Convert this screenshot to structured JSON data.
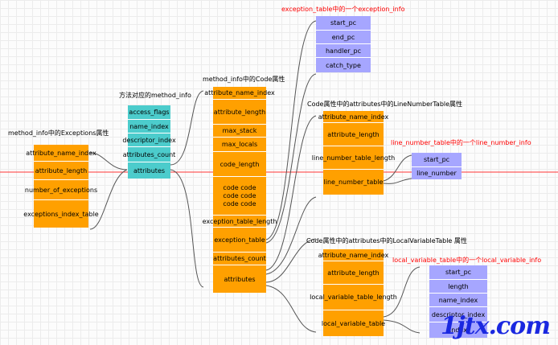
{
  "captions": {
    "exception_info": "exception_table中的一个exception_info",
    "method_info": "方法对应的method_info",
    "code_attr": "method_info中的Code属性",
    "exceptions_attr": "method_info中的Exceptions属性",
    "lnt_attr": "Code属性中的attributes中的LineNumberTable属性",
    "line_number_info": "line_number_table中的一个line_number_info",
    "lvt_attr": "Code属性中的attributes中的LocalVariableTable 属性",
    "local_variable_info": "local_variable_table中的一个local_variable_info"
  },
  "exceptions": [
    "attribute_name_index",
    "attribute_length",
    "number_of_exceptions",
    "exceptions_index_table"
  ],
  "method_info": [
    "access_flags",
    "name_index",
    "descriptor_index",
    "attributes_count",
    "attributes"
  ],
  "code": [
    "attribute_name_index",
    "attribute_length",
    "max_stack",
    "max_locals",
    "code_length",
    "code code\ncode code\ncode code",
    "exception_table_length",
    "exception_table",
    "attributes_count",
    "attributes"
  ],
  "exception_info": [
    "start_pc",
    "end_pc",
    "handler_pc",
    "catch_type"
  ],
  "lnt": [
    "attribute_name_index",
    "attribute_length",
    "line_number_table_length",
    "line_number_table"
  ],
  "line_number_info": [
    "start_pc",
    "line_number"
  ],
  "lvt": [
    "attribute_name_index",
    "attribute_length",
    "local_variable_table_length",
    "local_variable_table"
  ],
  "local_variable_info": [
    "start_pc",
    "length",
    "name_index",
    "descriptor_index",
    "index"
  ],
  "watermark": "1jtx.com"
}
